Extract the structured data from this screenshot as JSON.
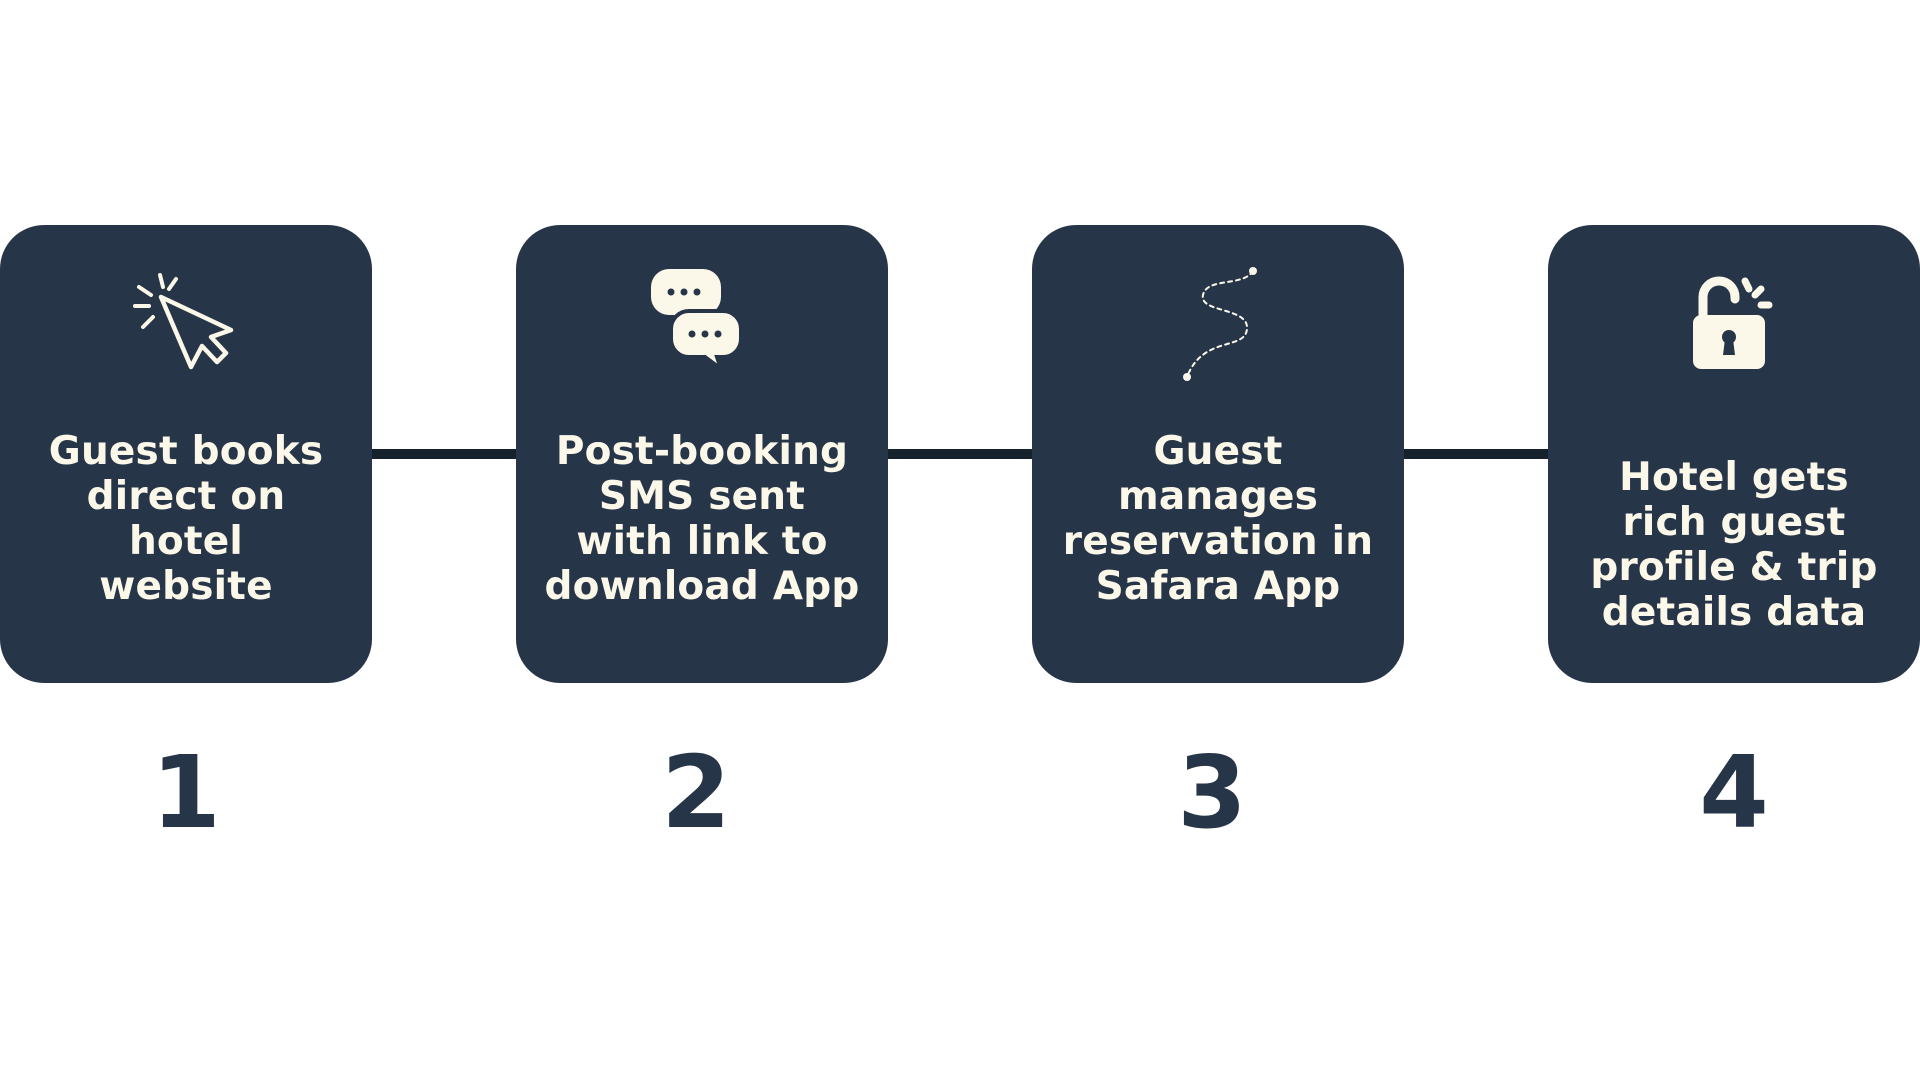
{
  "colors": {
    "card_background": "#273548",
    "card_text": "#fbf8ea",
    "connector": "#17232c",
    "number": "#273548",
    "page_background": "#ffffff"
  },
  "steps": [
    {
      "number": "1",
      "text": "Guest books\ndirect on\nhotel\nwebsite",
      "icon": "cursor-click-icon"
    },
    {
      "number": "2",
      "text": "Post-booking\nSMS sent\nwith link to\ndownload App",
      "icon": "chat-bubbles-icon"
    },
    {
      "number": "3",
      "text": "Guest\nmanages\nreservation in\nSafara App",
      "icon": "dotted-path-icon"
    },
    {
      "number": "4",
      "text": "Hotel gets\nrich guest\nprofile & trip\ndetails data",
      "icon": "unlock-icon"
    }
  ]
}
